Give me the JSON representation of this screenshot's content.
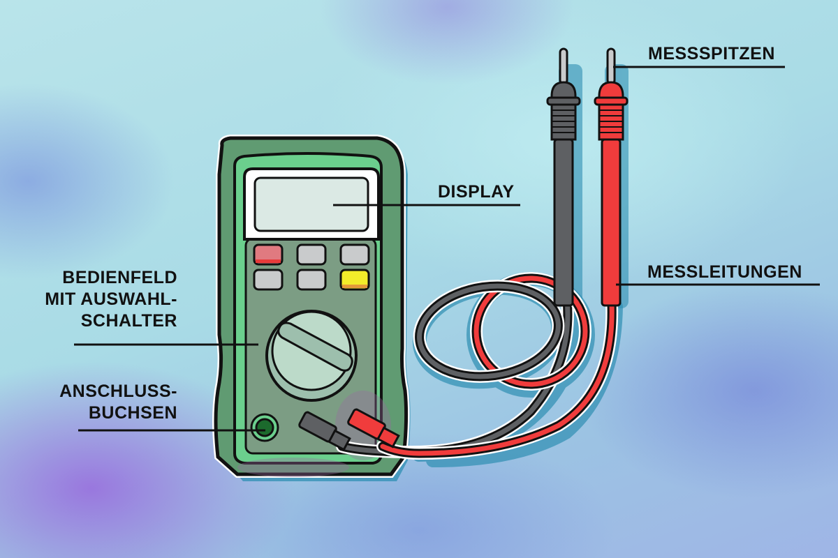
{
  "diagram": {
    "subject": "multimeter",
    "colors": {
      "body_outer": "#5f9a70",
      "body_inner_frame": "#6ccf8e",
      "panel": "#7a9e83",
      "display_bezel": "#ffffff",
      "display_screen": "#dbe9e4",
      "button_red": "#e07a80",
      "button_gray": "#c9cbcc",
      "button_yellow": "#f2ec2a",
      "dial": "#b9d8c6",
      "socket": "#1c6a2d",
      "lead_black": "#5e6063",
      "lead_red": "#f03c3c",
      "outline": "#111111"
    },
    "labels": {
      "messspitzen": "MESSSPITZEN",
      "display": "DISPLAY",
      "messleitungen": "MESSLEITUNGEN",
      "bedienfeld_line1": "BEDIENFELD",
      "bedienfeld_line2": "MIT AUSWAHL-",
      "bedienfeld_line3": "SCHALTER",
      "anschluss_line1": "ANSCHLUSS-",
      "anschluss_line2": "BUCHSEN"
    }
  }
}
